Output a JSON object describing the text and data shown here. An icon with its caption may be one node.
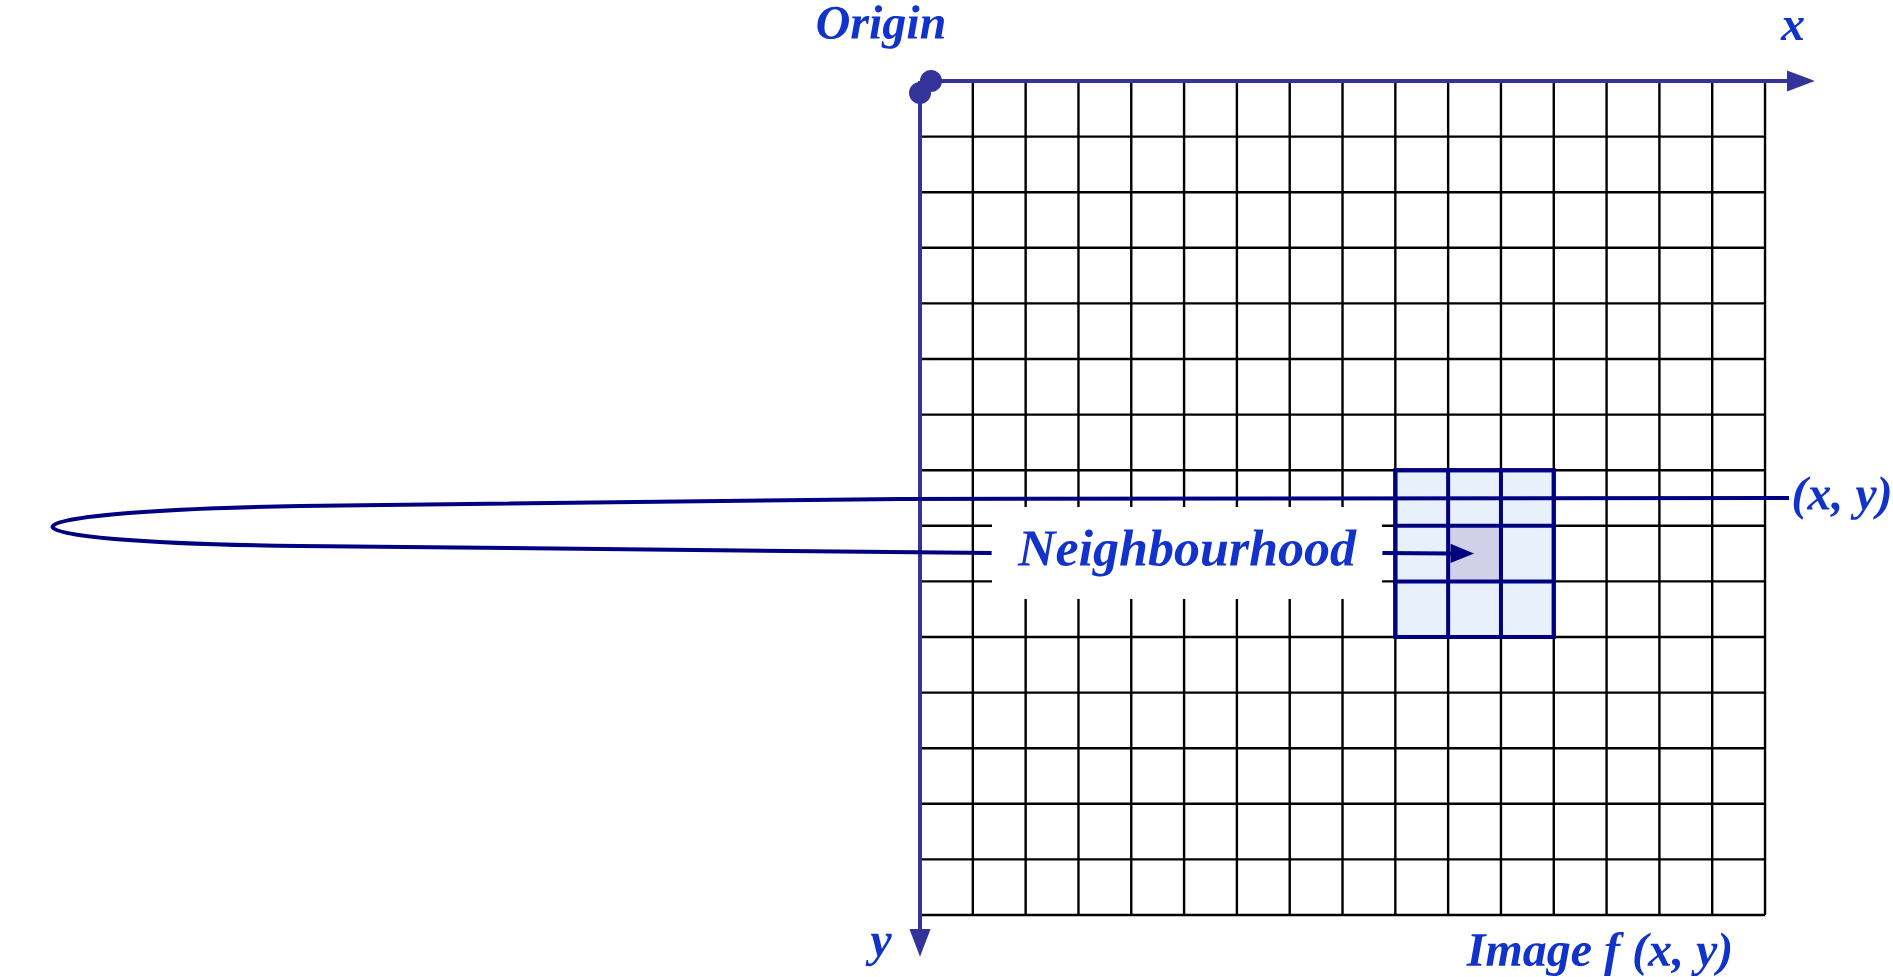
{
  "diagram": {
    "nodes": [
      {
        "text": [
          "(x, y)"
        ]
      },
      {
        "text": [
          "Neighbourhood"
        ]
      },
      {
        "text": [],
        "shape": "box"
      }
    ],
    "edges": [
      {
        "from": 1,
        "to": 2,
        "arrow": "to"
      },
      {
        "from": 0,
        "to": 1,
        "arrow": "none"
      }
    ],
    "labels": [
      "Origin",
      "x",
      "y",
      "Image f (x, y)"
    ]
  }
}
